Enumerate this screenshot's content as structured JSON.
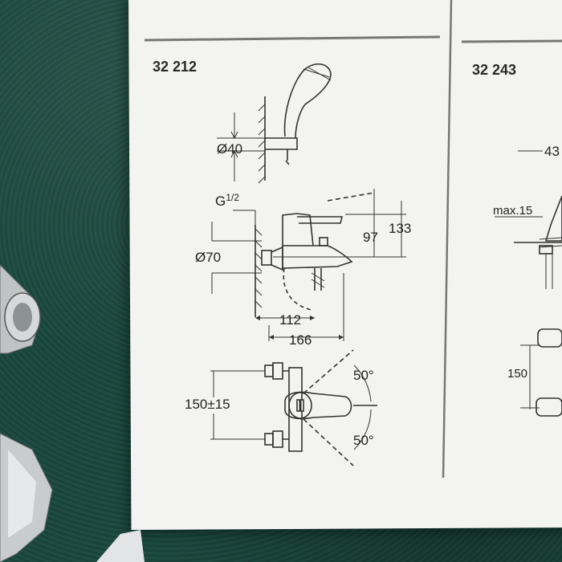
{
  "left_panel": {
    "model": "32 212",
    "dims": {
      "diameter_40": "Ø40",
      "thread_g": "G",
      "thread_frac": "1/2",
      "diameter_70": "Ø70",
      "d97": "97",
      "d133": "133",
      "d112": "112",
      "d166": "166",
      "d150": "150±15",
      "angle_top": "50°",
      "angle_bottom": "50°"
    }
  },
  "right_panel": {
    "model": "32 243",
    "dims": {
      "d43": "43",
      "max15": "max.15",
      "d150": "150"
    }
  },
  "colors": {
    "paper": "#f3f3f1",
    "cloth": "#1e4a40",
    "ink": "#222222"
  }
}
